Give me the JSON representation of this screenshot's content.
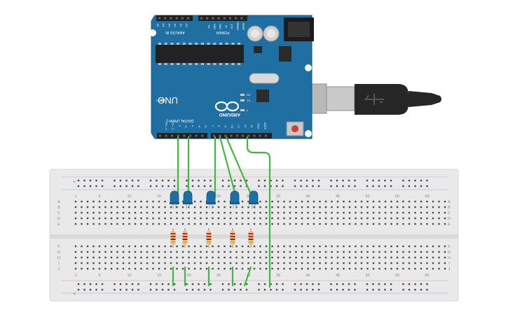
{
  "board": {
    "brand": "ARDUINO",
    "model": "UNO",
    "power_header_label": "POWER",
    "analog_header_label": "ANALOG IN",
    "digital_header_label": "DIGITAL (PWM~)",
    "power_pins": [
      "IOREF",
      "RESET",
      "3.3V",
      "5V",
      "GND",
      "GND",
      "Vin"
    ],
    "analog_pins": [
      "A0",
      "A1",
      "A2",
      "A3",
      "A4",
      "A5"
    ],
    "digital_pins": [
      "AREF",
      "GND",
      "13",
      "12",
      "~11",
      "~10",
      "~9",
      "8",
      "7",
      "~6",
      "~5",
      "4",
      "~3",
      "2",
      "TX→1",
      "RX←0"
    ],
    "on_label": "ON",
    "led_labels": [
      "RX",
      "TX",
      "L"
    ],
    "colors": {
      "board": "#1f6fa3",
      "wire": "#3fba3f",
      "led": "#1c6ea4"
    }
  },
  "breadboard": {
    "row_letters_top": [
      "A",
      "B",
      "C",
      "D",
      "E"
    ],
    "row_letters_bottom": [
      "F",
      "G",
      "H",
      "I",
      "J"
    ],
    "column_numbers": [
      "1",
      "5",
      "10",
      "15",
      "20",
      "25",
      "30",
      "35",
      "40",
      "45",
      "50",
      "55",
      "60"
    ],
    "rail_marks": [
      "+",
      "-"
    ]
  },
  "components": {
    "leds": [
      "led-1",
      "led-2",
      "led-3",
      "led-4",
      "led-5"
    ],
    "resistors": [
      "resistor-1",
      "resistor-2",
      "resistor-3",
      "resistor-4",
      "resistor-5"
    ]
  }
}
